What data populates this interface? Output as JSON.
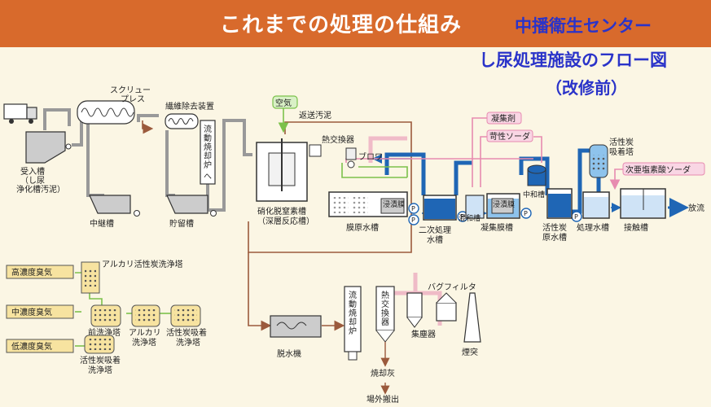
{
  "header": {
    "title": "これまでの処理の仕組み",
    "facility_name": "中播衛生センター",
    "subtitle": "し尿処理施設のフロー図",
    "note": "（改修前）"
  },
  "colors": {
    "header_bg": "#d86a2c",
    "title_blue": "#2a33c9",
    "water_blue": "#1f66b5",
    "sludge_brown": "#9b5a3c",
    "chemical_pink": "#e78bb0",
    "air_green": "#7cc14b"
  },
  "diagram": {
    "truck_icon": "truck-icon",
    "receiving_tank": [
      "受入槽",
      "（し尿",
      "浄化槽汚泥）"
    ],
    "screw_press": [
      "スクリュー",
      "プレス"
    ],
    "fiber_removal": "繊維除去装置",
    "to_incinerator": [
      "流",
      "動",
      "焼",
      "却",
      "炉",
      "へ"
    ],
    "relay_tank": "中継槽",
    "storage_tank": "貯留槽",
    "air": "空気",
    "return_sludge": "返送汚泥",
    "heat_exchanger": "熱交換器",
    "blower": "ブロワ",
    "nitrification_tank": [
      "硝化脱窒素槽",
      "（深層反応槽）"
    ],
    "membrane_raw_tank": "膜原水槽",
    "immersion_membrane_1": "浸漬膜",
    "secondary_tank": [
      "二次処理",
      "水槽"
    ],
    "mixing_tank": "混和槽",
    "immersion_membrane_2": "浸漬膜",
    "coag_membrane_tank": "凝集膜槽",
    "coagulant": "凝集剤",
    "caustic_soda": "苛性ソーダ",
    "neutralization_tank": "中和槽",
    "carbon_tower": [
      "活性炭",
      "吸着塔"
    ],
    "hypochlorite": "次亜塩素酸ソーダ",
    "carbon_raw_tank": [
      "活性炭",
      "原水槽"
    ],
    "treated_water_tank": "処理水槽",
    "contact_tank": "接触槽",
    "discharge": "放流",
    "alkali_carbon_tower": "アルカリ活性炭洗浄塔",
    "high_odor": "高濃度臭気",
    "mid_odor": "中濃度臭気",
    "low_odor": "低濃度臭気",
    "pre_wash_tower": [
      "前洗浄塔"
    ],
    "alkali_wash_tower": [
      "アルカリ",
      "洗浄塔"
    ],
    "carbon_wash_tower_1": [
      "活性炭吸着",
      "洗浄塔"
    ],
    "carbon_wash_tower_2": [
      "活性炭吸着",
      "洗浄塔"
    ],
    "dewatering_machine": "脱水機",
    "fluid_incinerator": [
      "流",
      "動",
      "焼",
      "却",
      "炉"
    ],
    "heat_exchanger_2": [
      "熱",
      "交",
      "換",
      "器"
    ],
    "bag_filter": "バグフィルタ",
    "dust_collector": "集塵器",
    "chimney": "煙突",
    "incineration_ash": "焼却灰",
    "off_site": "場外搬出",
    "pump_label": "P"
  }
}
